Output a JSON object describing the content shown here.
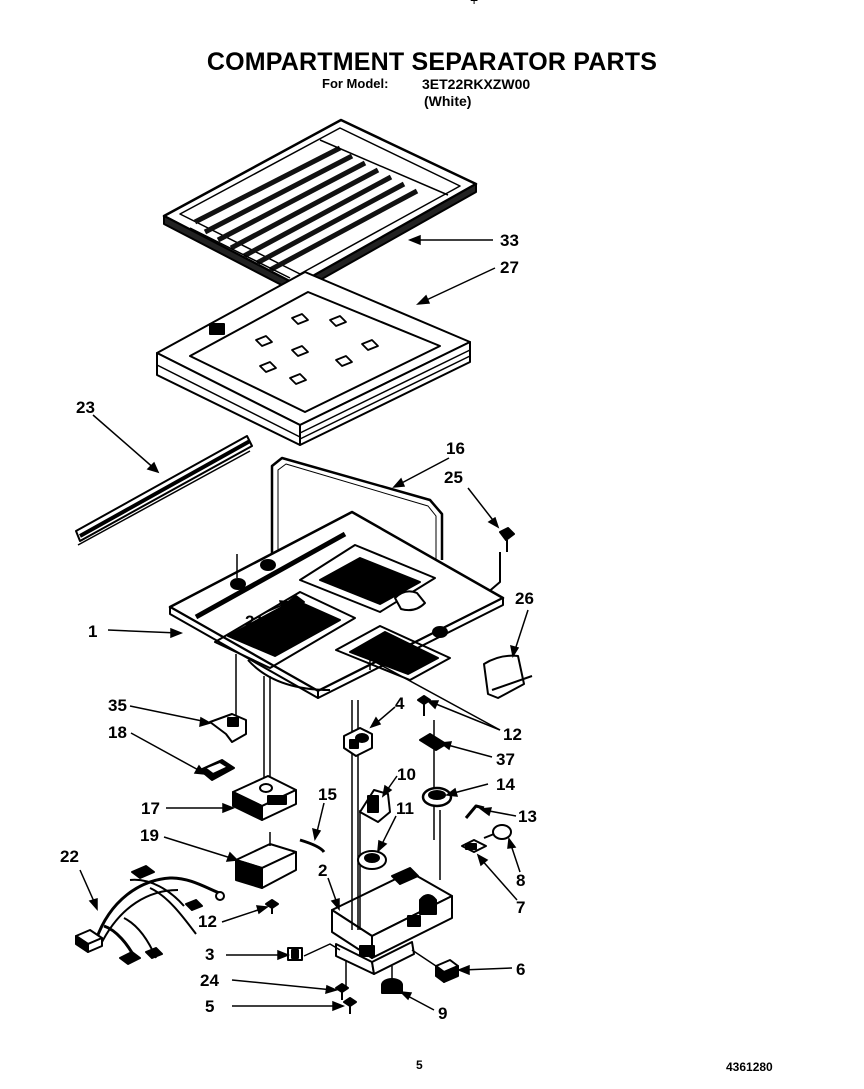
{
  "header": {
    "title": "COMPARTMENT SEPARATOR PARTS",
    "model_label": "For Model:",
    "model_number": "3ET22RKXZW00",
    "color_note": "(White)"
  },
  "footer": {
    "page_number": "5",
    "doc_number": "4361280"
  },
  "top_mark": "+",
  "callouts": {
    "c33": "33",
    "c27": "27",
    "c23": "23",
    "c16": "16",
    "c25": "25",
    "c26": "26",
    "c1": "1",
    "c21": "21",
    "c4": "4",
    "c12a": "12",
    "c35": "35",
    "c18": "18",
    "c37": "37",
    "c10": "10",
    "c14": "14",
    "c15": "15",
    "c17": "17",
    "c11": "11",
    "c13": "13",
    "c19": "19",
    "c22": "22",
    "c2": "2",
    "c8": "8",
    "c7": "7",
    "c12b": "12",
    "c3": "3",
    "c6": "6",
    "c24": "24",
    "c5": "5",
    "c9": "9"
  }
}
